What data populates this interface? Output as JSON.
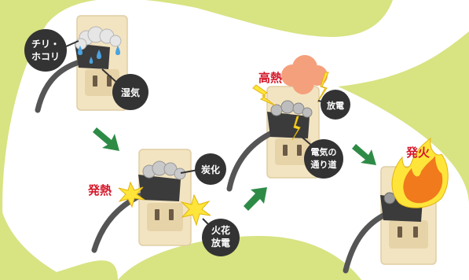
{
  "colors": {
    "background_green": "#d8e382",
    "background_white": "#ffffff",
    "arrow_green": "#2e8b46",
    "bubble_dark": "#333333",
    "warning_red": "#d4182a",
    "outlet_plate": "#f3e4c1",
    "plug_black": "#3b3b3b",
    "dust_grey": "#c9c9c9",
    "spark_yellow": "#ffe53a",
    "smoke_orange": "#f5a07c",
    "flame_orange": "#f07a1c"
  },
  "icons": {
    "water_drop": "water-drop-icon",
    "spark": "spark-icon",
    "lightning": "lightning-icon",
    "flame": "flame-icon",
    "arrow": "arrow-icon"
  },
  "step1": {
    "dust_label_line1": "チリ・",
    "dust_label_line2": "ホコリ",
    "moisture_label": "湿気"
  },
  "step2": {
    "heat_label": "発熱",
    "carbonize_label": "炭化",
    "spark_label_line1": "火花",
    "spark_label_line2": "放電"
  },
  "step3": {
    "high_heat_label": "高熱",
    "discharge_label": "放電",
    "path_label_line1": "電気の",
    "path_label_line2": "通り道"
  },
  "step4": {
    "fire_label": "発火"
  }
}
